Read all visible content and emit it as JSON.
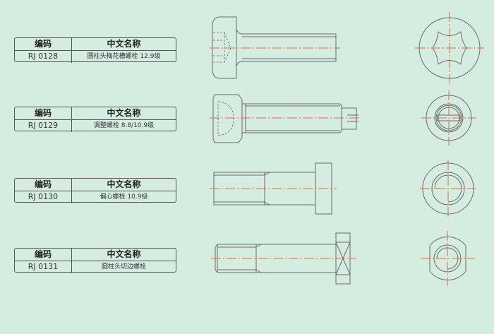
{
  "header": {
    "code_label": "编码",
    "name_label": "中文名称"
  },
  "parts": [
    {
      "code": "RJ 0128",
      "name": "圆柱头梅花槽螺栓 12.9级"
    },
    {
      "code": "RJ 0129",
      "name": "调整螺栓 8.8/10.9级"
    },
    {
      "code": "RJ 0130",
      "name": "偏心螺栓 10.9级"
    },
    {
      "code": "RJ 0131",
      "name": "圆柱头切边螺栓"
    }
  ],
  "colors": {
    "background": "#d5ece1",
    "centerline": "#e8683a",
    "outline": "#6a6a6a"
  }
}
